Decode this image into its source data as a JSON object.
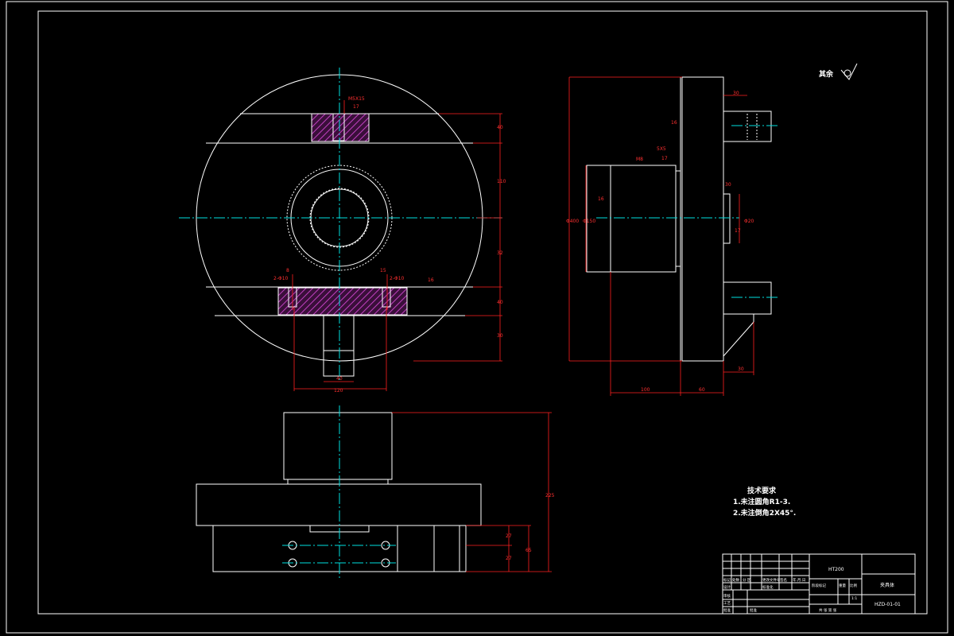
{
  "drawing": {
    "roughness_note": "其余",
    "tech_req": {
      "title": "技术要求",
      "items": [
        "1.未注圆角R1-3.",
        "2.未注倒角2X45°."
      ]
    },
    "dims_front": {
      "top_slot": "M5X15",
      "top_slot_depth": "17",
      "bot_left_hole": "2-Φ10",
      "bot_right_hole": "2-Φ10",
      "bot_left_depth": "8",
      "bot_right_depth": "15",
      "right_surface": "16",
      "h1": "40",
      "h2": "110",
      "h3": "32",
      "h4": "40",
      "h5": "30",
      "w_small": "40",
      "w_big": "120"
    },
    "dims_side": {
      "total_h": "Φ400",
      "boss_dia": "Φ150",
      "boss_label": "16",
      "boss_top": "M8",
      "chamfer": "5X5",
      "chamfer2": "17",
      "step": "16",
      "pin_w": "30",
      "pin2_w": "Φ20",
      "pin3": "17",
      "pin_h": "30",
      "w1": "100",
      "w2": "60",
      "bot_w": "30"
    },
    "dims_bottom": {
      "h_total": "225",
      "h1": "27",
      "h2": "27",
      "h3": "65"
    },
    "title_block": {
      "part_name": "夹具体",
      "code": "HZD-01-01",
      "material": "HT200",
      "rows": [
        "标记",
        "处数",
        "分 区",
        "更改文件号",
        "签名",
        "年.月.日"
      ],
      "design": "设计",
      "std": "标准化",
      "check": "审核",
      "craft": "工艺",
      "approve": "批准",
      "stage": "阶段标记",
      "weight": "重量",
      "scale": "比例",
      "scale_val": "1:1",
      "sheets": "共 张 第 张"
    }
  }
}
